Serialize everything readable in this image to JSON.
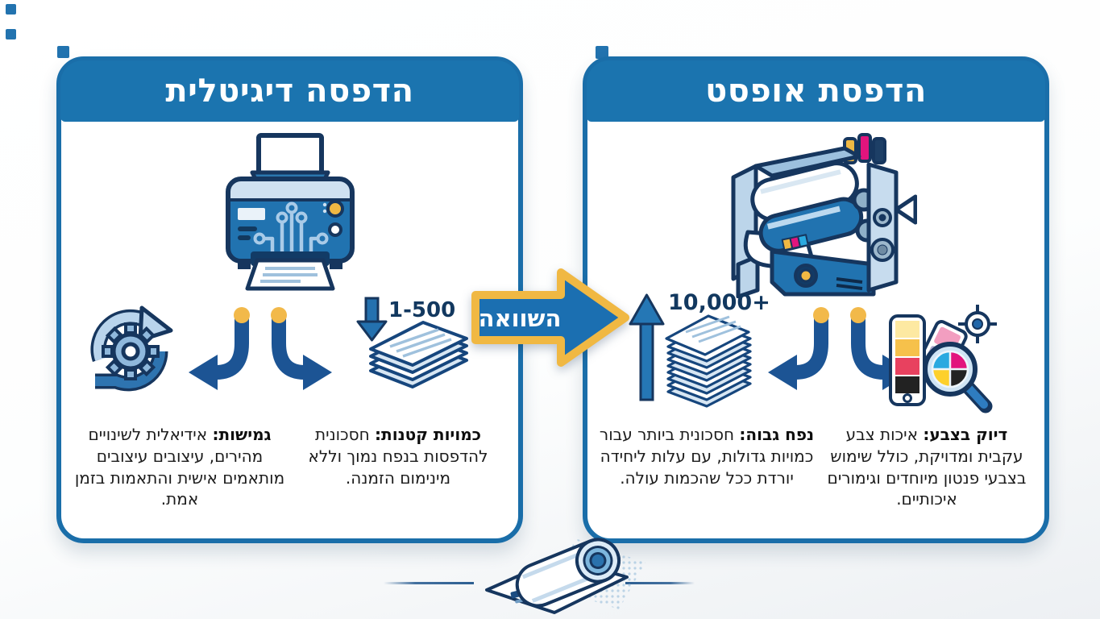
{
  "colors": {
    "panel_header_blue": "#1b74af",
    "panel_border_blue": "#1a6ea9",
    "outline_navy": "#16365e",
    "arrow_navy": "#1c5494",
    "accent_gold": "#f0b843",
    "body_text": "#1b1b1b",
    "cmyk": {
      "cyan": "#2aa9e0",
      "magenta": "#e2147d",
      "yellow": "#fdd02c",
      "black": "#222222"
    }
  },
  "left_panel": {
    "title": "הדפסה דיגיטלית",
    "quantity_label": "1-500",
    "features": [
      {
        "lead": "גמישות:",
        "text": "אידיאלית לשינויים מהירים, עיצובים עיצובים מותאמים אישית והתאמות בזמן אמת."
      },
      {
        "lead": "כמויות קטנות:",
        "text": "חסכונית להדפסות בנפח נמוך וללא מינימום הזמנה."
      }
    ]
  },
  "right_panel": {
    "title": "הדפסת אופסט",
    "quantity_label": "10,000+",
    "features": [
      {
        "lead": "נפח גבוה:",
        "text": "חסכונית ביותר עבור כמויות גדולות, עם עלות ליחידה יורדת ככל שהכמות עולה."
      },
      {
        "lead": "דיוק בצבע:",
        "text": "איכות צבע עקבית ומדויקת, כולל שימוש בצבעי פנטון מיוחדים וגימורים איכותיים."
      }
    ]
  },
  "center": {
    "comparison_label": "השוואה"
  },
  "icons": {
    "left_panel": [
      "digital-printer-icon",
      "flexibility-cycle-gear-icon",
      "split-arrows-icon",
      "down-arrow-icon",
      "small-paper-stack-icon"
    ],
    "right_panel": [
      "offset-press-icon",
      "up-arrow-icon",
      "large-paper-stack-icon",
      "split-arrows-icon",
      "color-swatch-strip-icon",
      "magnifier-cmyk-icon",
      "registration-target-icon"
    ],
    "center": [
      "comparison-arrow-icon"
    ],
    "footer": [
      "paper-roll-logo-icon"
    ]
  }
}
